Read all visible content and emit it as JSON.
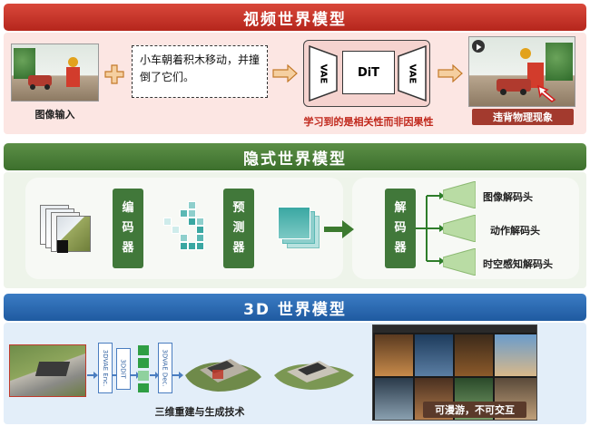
{
  "video_section": {
    "title": "视频世界模型",
    "input_label": "图像输入",
    "prompt_text": "小车朝着积木移动，并撞倒了它们。",
    "blocks": [
      "VAE",
      "DiT",
      "VAE"
    ],
    "warning": "学习到的是相关性而非因果性",
    "output_label": "违背物理现象"
  },
  "implicit_section": {
    "title": "隐式世界模型",
    "encoder": "编码器",
    "predictor": "预测器",
    "decoder": "解码器",
    "heads": [
      "图像解码头",
      "动作解码头",
      "时空感知解码头"
    ]
  },
  "threed_section": {
    "title": "3D 世界模型",
    "enc_label": "3DVAE Enc.",
    "dit_label": "3DDiT",
    "dec_label": "3DVAE Dec.",
    "left_caption": "三维重建与生成技术",
    "right_caption": "可漫游，不可交互"
  },
  "colors": {
    "band_red": "#c0392b",
    "band_green": "#4a7d3a",
    "band_blue": "#2e69b0",
    "panel_pink": "#fbe9e7",
    "panel_green": "#eef4ea",
    "panel_blue": "#e8f1fa"
  }
}
